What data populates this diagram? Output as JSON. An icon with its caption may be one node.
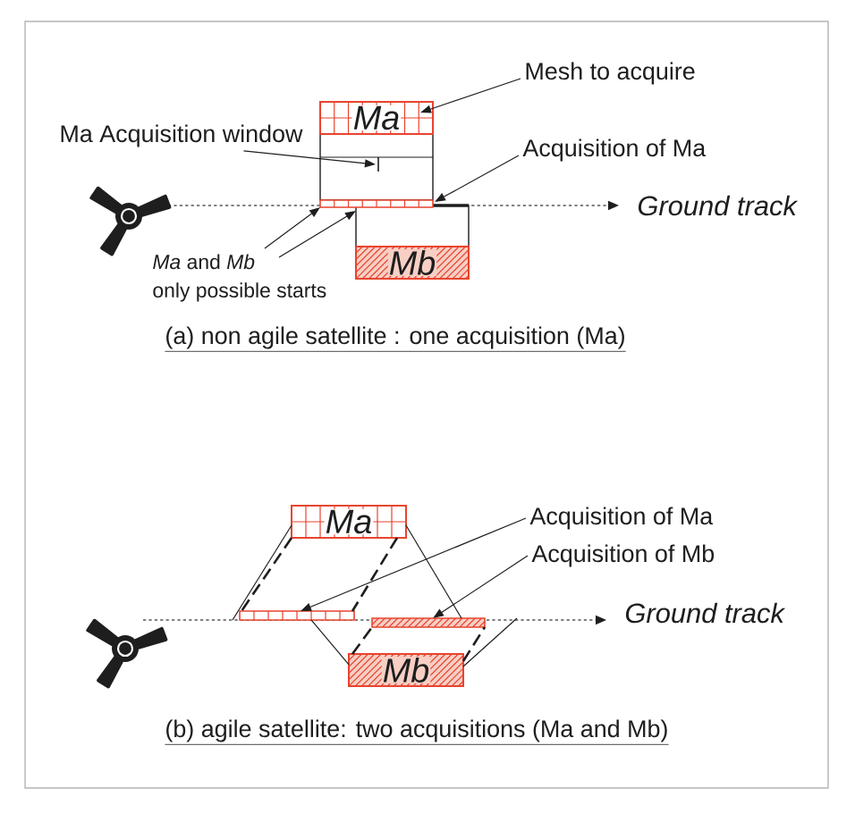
{
  "diagram": {
    "nodes": [
      {
        "text": [
          "Mesh to acquire"
        ]
      },
      {
        "text": [
          "Ma"
        ]
      },
      {
        "text": [
          "Ma Acquisition window"
        ]
      },
      {
        "text": [],
        "shape": "box"
      },
      {
        "text": [
          "Acquisition of Ma"
        ]
      },
      {
        "text": [],
        "shape": "bar"
      },
      {
        "text": [],
        "shape": "box"
      },
      {
        "text": [
          "*Ma* and *Mb* only possible starts"
        ]
      },
      {
        "text": [
          "Mb"
        ]
      },
      {
        "text": [
          "Ma"
        ]
      },
      {
        "text": [
          "Acquisition of Ma"
        ]
      },
      {
        "text": [
          "Acquisition of Mb"
        ]
      },
      {
        "text": [],
        "shape": "bar"
      },
      {
        "text": [],
        "shape": "bar"
      },
      {
        "text": [
          "Mb"
        ]
      }
    ],
    "edges": [
      {
        "from": 0,
        "to": 1,
        "arrow": "to"
      },
      {
        "from": 2,
        "to": 3,
        "arrow": "to"
      },
      {
        "from": 4,
        "to": 5,
        "arrow": "to"
      },
      {
        "from": 7,
        "to": 5,
        "arrow": "to"
      },
      {
        "from": 7,
        "to": 6,
        "arrow": "to"
      },
      {
        "from": 10,
        "to": 12,
        "arrow": "to"
      },
      {
        "from": 11,
        "to": 13,
        "arrow": "to"
      },
      {
        "from": 9,
        "to": 12,
        "arrow": "none",
        "style": "dashed"
      },
      {
        "from": 9,
        "to": 12,
        "arrow": "none",
        "style": "dashed"
      },
      {
        "from": 9,
        "to": 12,
        "arrow": "none"
      },
      {
        "from": 9,
        "to": 13,
        "arrow": "none"
      },
      {
        "from": 14,
        "to": 12,
        "arrow": "none"
      },
      {
        "from": 14,
        "to": 13,
        "arrow": "none",
        "style": "dashed"
      },
      {
        "from": 14,
        "to": 13,
        "arrow": "none",
        "style": "dashed"
      },
      {
        "from": 14,
        "to": null,
        "arrow": "none"
      }
    ],
    "labels": [
      "Ground track",
      "(a) non agile satellite : one acquisition (Ma)",
      "Ground track",
      "(b) agile satellite: two acquisitions (Ma and Mb)"
    ]
  }
}
